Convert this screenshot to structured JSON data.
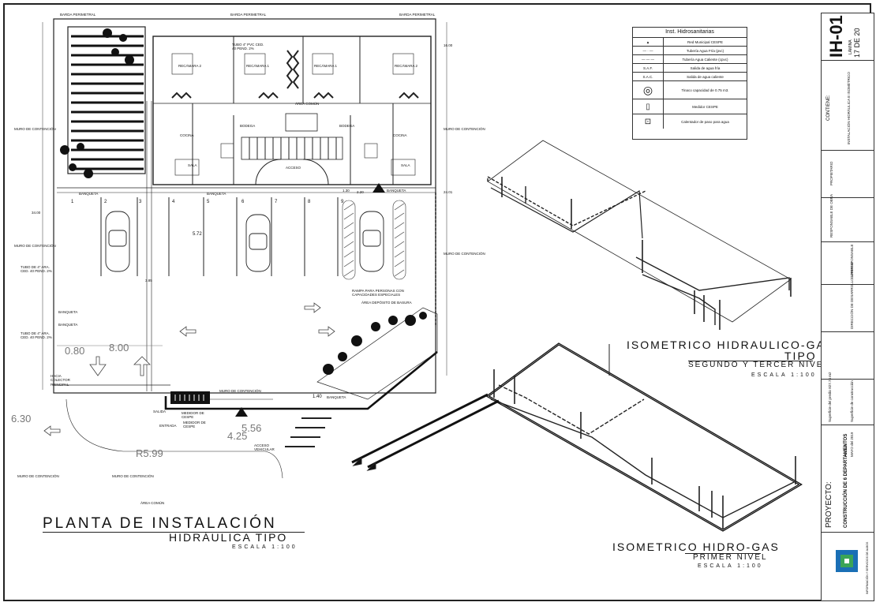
{
  "plan": {
    "title": "PLANTA DE INSTALACIÓN",
    "subtitle": "HIDRÁULICA TIPO",
    "scale": "ESCALA 1:100",
    "labels": {
      "barda_perimetral_1": "BARDA PERIMETRAL",
      "barda_perimetral_2": "BARDA PERIMETRAL",
      "barda_perimetral_3": "BARDA PERIMETRAL",
      "muro_contencion_1": "MURO DE CONTENCIÓN",
      "muro_contencion_2": "MURO DE CONTENCIÓN",
      "muro_contencion_3": "MURO DE CONTENCIÓN",
      "muro_contencion_4": "MURO DE CONTENCIÓN",
      "muro_contencion_5": "MURO DE CONTENCIÓN",
      "muro_contencion_6": "MURO DE CONTENCIÓN",
      "muro_contencion_7": "MURO DE CONTENCIÓN",
      "banqueta_1": "BANQUETA",
      "banqueta_2": "BANQUETA",
      "banqueta_3": "BANQUETA",
      "banqueta_4": "BANQUETA",
      "banqueta_5": "BANQUETA",
      "banqueta_6": "BANQUETA",
      "acceso": "ACCESO",
      "area_comun": "ÁREA COMÚN",
      "area_comun_2": "ÁREA COMÚN",
      "bodega_1": "BODEGA",
      "bodega_2": "BODEGA",
      "cocina_1": "COCINA",
      "cocina_2": "COCINA",
      "sala_1": "SALA",
      "sala_2": "SALA",
      "recamara_1": "RECÁMARA 2",
      "recamara_2": "RECÁMARA 1",
      "recamara_3": "RECÁMARA 1",
      "recamara_4": "RECÁMARA 2",
      "rampa": "RAMPA PARA PERSONAS CON CAPACIDADES ESPECIALES",
      "deposito": "ÁREA DEPÓSITO DE BASURA",
      "entrada": "ENTRADA",
      "salida": "SALIDA",
      "medidor_1": "MEDIDOR DE CESPE",
      "medidor_2": "MEDIDOR DE CESPE",
      "tubo_1": "TUBO DE 4\" ARA. CED. 40 PEND. 2%",
      "tubo_2": "TUBO DE 4\" ARA. CED. 40 PEND. 2%",
      "tubo_top": "TUBO 4\" PVC CED. 40 PEND. 2%",
      "hacia_colector": "HACIA COLECTOR PRINCIPAL",
      "acceso_vehicular": "ACCESO VEHICULAR"
    },
    "parking_numbers": [
      "1",
      "2",
      "3",
      "4",
      "5",
      "6",
      "7",
      "8",
      "9"
    ],
    "dims": {
      "d_080": "0.80",
      "d_800": "8.00",
      "d_630": "6.30",
      "d_599": "R5.99",
      "d_556": "5.56",
      "d_425": "4.25",
      "d_140": "1.40",
      "d_572": "5.72",
      "d_130": "1.30",
      "d_220": "2.20",
      "d_3400": "34.00",
      "d_2401": "24.01",
      "d_1600": "16.00",
      "d_385": "3.85"
    }
  },
  "legend": {
    "title": "Inst. Hidrosanitarias",
    "rows": [
      {
        "sym": "▲",
        "desc": "Red Municipal CESPE"
      },
      {
        "sym": "— · —",
        "desc": "Tubería Agua Fría (pvc)"
      },
      {
        "sym": "— — —",
        "desc": "Tubería Agua Caliente (cpvc)"
      },
      {
        "sym": "S.A.F.",
        "desc": "Salida de agua fría"
      },
      {
        "sym": "S.A.C.",
        "desc": "Salida de agua caliente"
      },
      {
        "sym": "◎",
        "desc": "Tinaco capacidad de 0.75 m3."
      },
      {
        "sym": "▯",
        "desc": "Medidor CESPE"
      },
      {
        "sym": "⊡",
        "desc": "Calentador de paso para agua"
      }
    ]
  },
  "iso_upper": {
    "title": "ISOMETRICO HIDRAULICO-GAS",
    "title2": "TIPO",
    "subtitle": "SEGUNDO Y TERCER NIVEL",
    "scale": "ESCALA 1:100"
  },
  "iso_lower": {
    "title": "ISOMETRICO HIDRO-GAS",
    "subtitle": "PRIMER NIVEL",
    "scale": "ESCALA 1:100"
  },
  "title_block": {
    "sheet_code": "IH-01",
    "sheet_label": "LÁMINA",
    "sheet_number": "17 DE 20",
    "contiene_label": "CONTIENE:",
    "contiene": "INSTALACIÓN HIDRÁULICA E ISOMÉTRICO",
    "proyecto_label": "PROYECTO:",
    "proyecto": "CONSTRUCCIÓN DE 6 DEPARTAMENTOS",
    "fecha_label": "FECHA:",
    "fecha": "MAYO del 2019",
    "cell_propietario": "PROPIETARIO",
    "cell_responsable": "RESPONSABLE DE OBRA",
    "cell_corresponsable": "CORRESPONSABLE",
    "cell_director": "DIRECCIÓN DE DESARROLLO URBANO",
    "cell_superficie": "Superficie del predio 827.74 m2",
    "cell_construccion": "Superficie de construcción",
    "footer": "INFORMACIÓN Y SERVICIOS DE ALBOS"
  },
  "colors": {
    "line": "#222222",
    "thick": "#111111",
    "light": "#888888",
    "logo_blue": "#1a6fb5",
    "logo_green": "#3aa457"
  }
}
